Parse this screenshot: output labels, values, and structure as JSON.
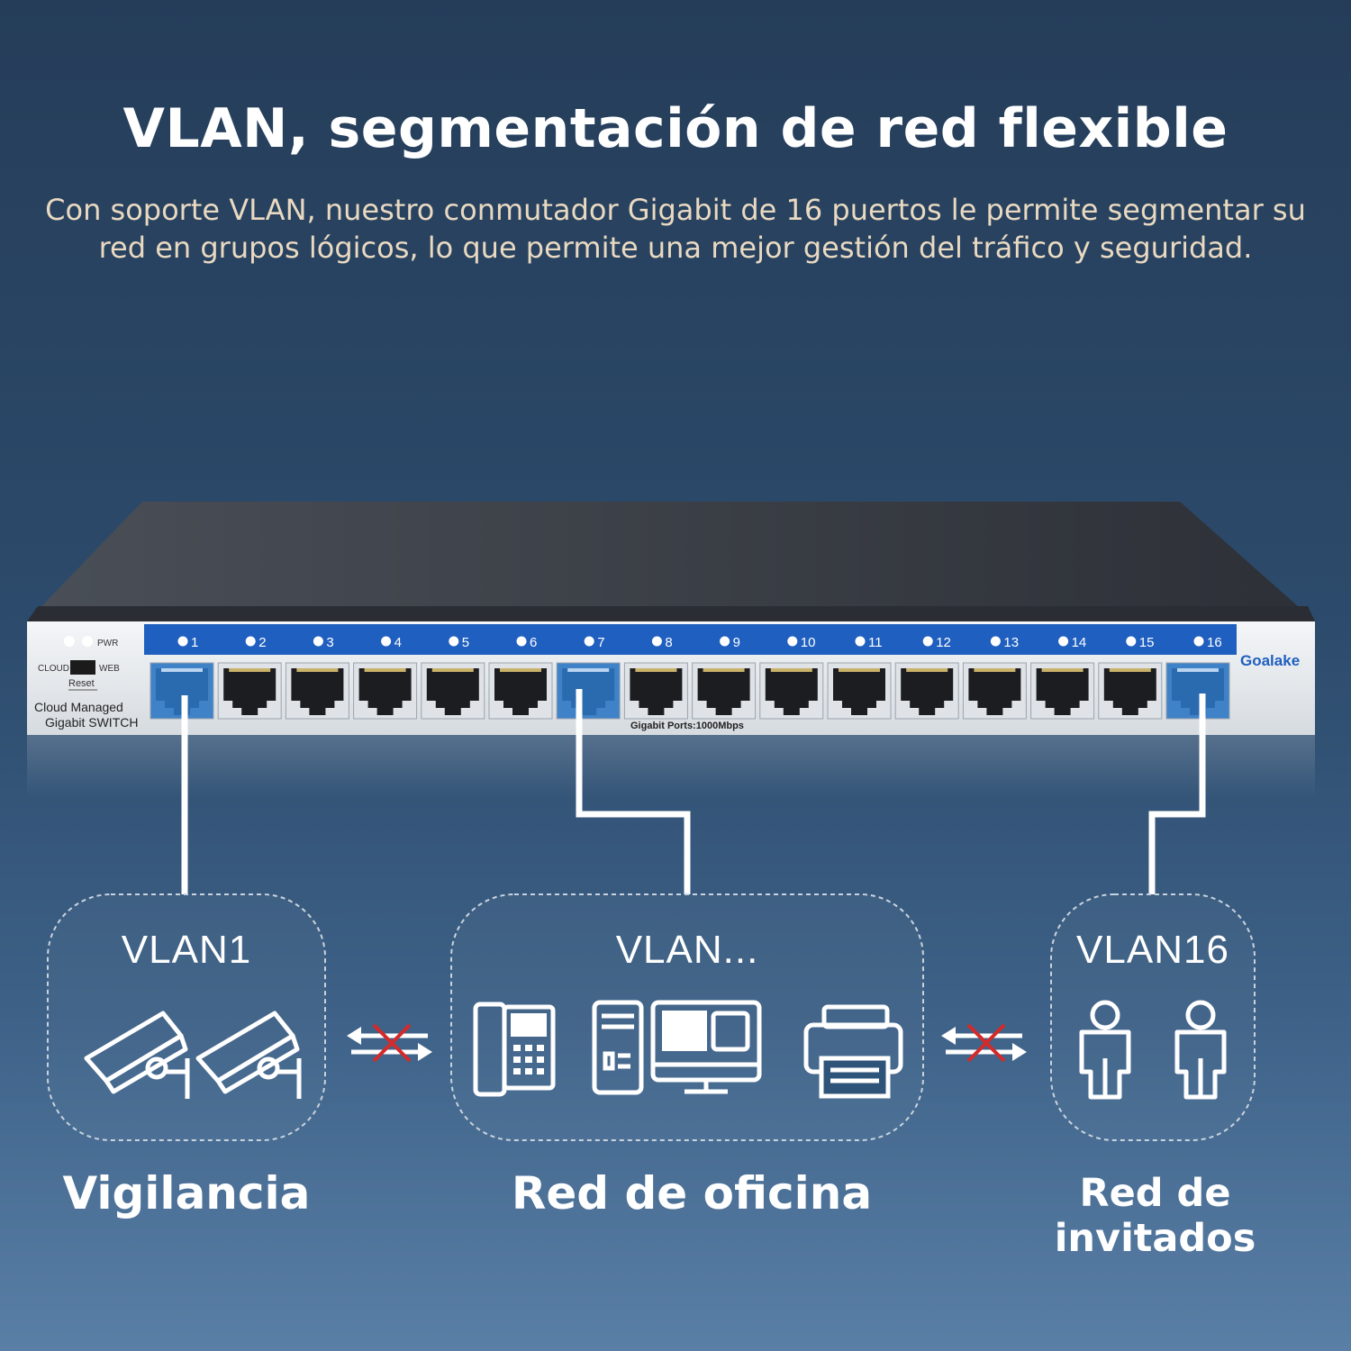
{
  "header": {
    "title": "VLAN, segmentación de red flexible",
    "subtitle_line1": "Con soporte VLAN, nuestro conmutador Gigabit de 16 puertos le permite segmentar su",
    "subtitle_line2": "red en grupos lógicos, lo que permite una mejor gestión del tráfico y seguridad."
  },
  "switch": {
    "brand": "Goalake",
    "model_line1": "Cloud Managed",
    "model_line2": "Gigabit SWITCH",
    "led_pwr": "PWR",
    "led_cloud": "CLOUD",
    "led_web": "WEB",
    "reset": "Reset",
    "ports_caption": "Gigabit Ports:1000Mbps",
    "ports": [
      "1",
      "2",
      "3",
      "4",
      "5",
      "6",
      "7",
      "8",
      "9",
      "10",
      "11",
      "12",
      "13",
      "14",
      "15",
      "16"
    ],
    "highlighted_ports": [
      "1",
      "7",
      "16"
    ]
  },
  "groups": [
    {
      "vlan": "VLAN1",
      "label": "Vigilancia",
      "icons": [
        "security-camera-icon",
        "security-camera-icon"
      ]
    },
    {
      "vlan": "VLAN...",
      "label": "Red de oficina",
      "icons": [
        "desk-phone-icon",
        "desktop-computer-icon",
        "printer-icon"
      ]
    },
    {
      "vlan": "VLAN16",
      "label": "Red de invitados",
      "icons": [
        "person-icon",
        "person-icon"
      ]
    }
  ],
  "separators": [
    "blocked-traffic-icon",
    "blocked-traffic-icon"
  ],
  "colors": {
    "port_strip": "#1f5fc0",
    "highlight_port": "#3f82c8",
    "blocked_x": "#d42a2a"
  }
}
